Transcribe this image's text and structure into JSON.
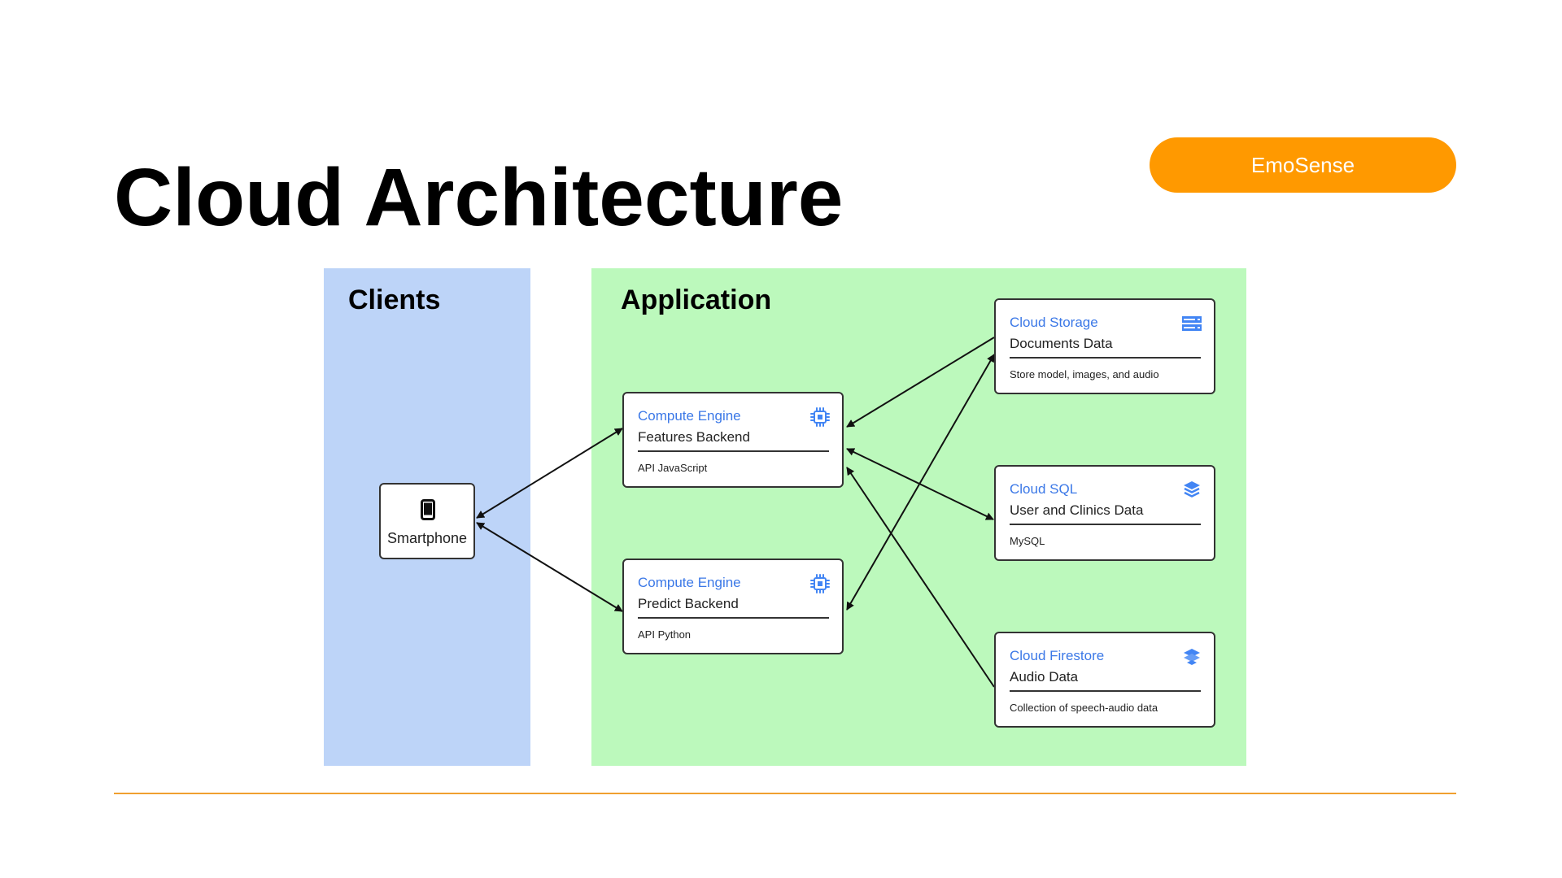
{
  "slide": {
    "title": "Cloud Architecture",
    "badge": "EmoSense",
    "accent_color": "#ff9900"
  },
  "panels": {
    "clients": {
      "title": "Clients",
      "color": "#bdd4f8"
    },
    "application": {
      "title": "Application",
      "color": "#bcf9bc"
    }
  },
  "nodes": {
    "smartphone": {
      "label": "Smartphone",
      "icon": "smartphone-icon"
    },
    "features_backend": {
      "type": "Compute Engine",
      "name": "Features Backend",
      "desc": "API JavaScript",
      "icon": "compute-engine-icon"
    },
    "predict_backend": {
      "type": "Compute Engine",
      "name": "Predict Backend",
      "desc": "API Python",
      "icon": "compute-engine-icon"
    },
    "cloud_storage": {
      "type": "Cloud Storage",
      "name": "Documents Data",
      "desc": "Store model, images, and audio",
      "icon": "cloud-storage-icon"
    },
    "cloud_sql": {
      "type": "Cloud SQL",
      "name": "User and Clinics Data",
      "desc": "MySQL",
      "icon": "cloud-sql-icon"
    },
    "cloud_firestore": {
      "type": "Cloud Firestore",
      "name": "Audio Data",
      "desc": "Collection of speech-audio data",
      "icon": "cloud-firestore-icon"
    }
  },
  "edges": [
    {
      "from": "smartphone",
      "to": "features_backend",
      "direction": "both"
    },
    {
      "from": "smartphone",
      "to": "predict_backend",
      "direction": "both"
    },
    {
      "from": "cloud_storage",
      "to": "features_backend",
      "direction": "forward"
    },
    {
      "from": "features_backend",
      "to": "cloud_sql",
      "direction": "both"
    },
    {
      "from": "cloud_firestore",
      "to": "features_backend",
      "direction": "forward"
    },
    {
      "from": "predict_backend",
      "to": "cloud_storage",
      "direction": "both"
    }
  ]
}
